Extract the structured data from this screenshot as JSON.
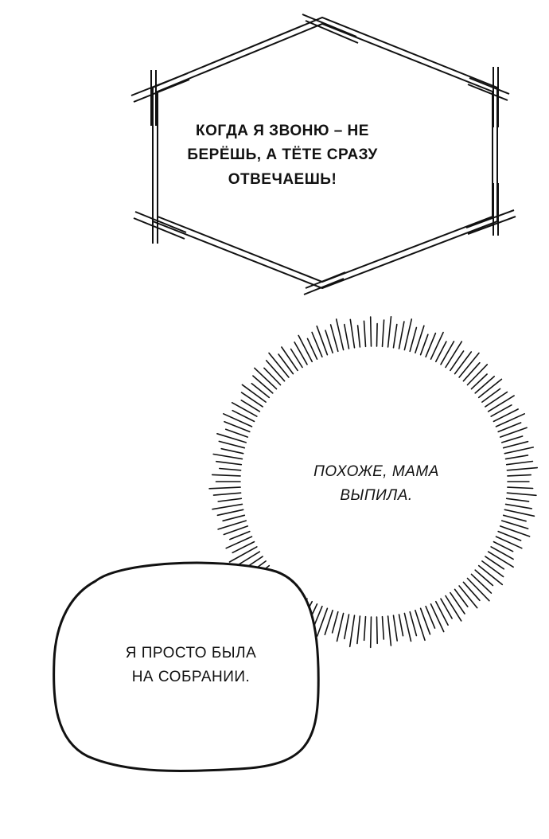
{
  "bubbles": {
    "phone_bubble": {
      "line1": "КОГДА Я ЗВОНЮ – НЕ",
      "line2": "БЕРЁШЬ, А ТЁТЕ СРАЗУ",
      "line3": "ОТВЕЧАЕШЬ!"
    },
    "burst_bubble": {
      "line1": "ПОХОЖЕ, МАМА",
      "line2": "ВЫПИЛА."
    },
    "speech_bubble": {
      "line1": "Я ПРОСТО БЫЛА",
      "line2": "НА СОБРАНИИ."
    }
  },
  "colors": {
    "ink": "#111111",
    "paper": "#ffffff"
  }
}
